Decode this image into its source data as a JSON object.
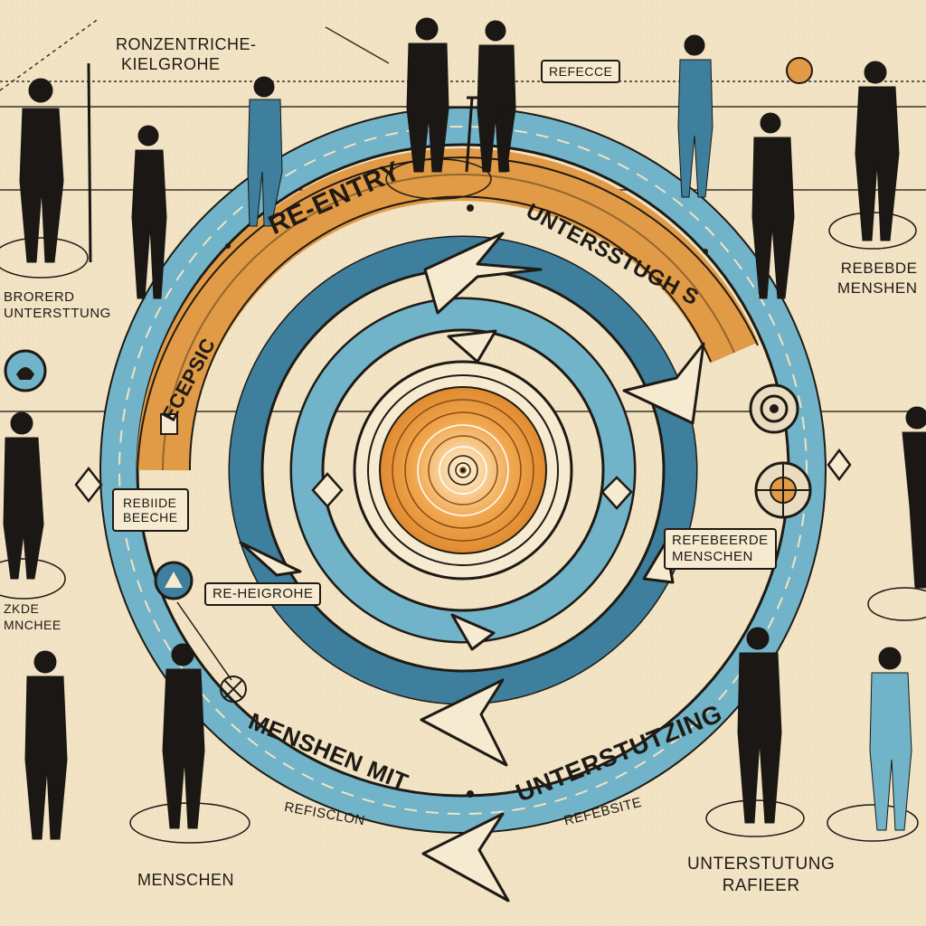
{
  "title": {
    "line1": "RONZENTRICHE-",
    "line2": "KIELGROHE"
  },
  "band_labels": {
    "re_entry": "RE-ENTRY",
    "unters": "UNTERSSTUGH S",
    "left_band": "ECEPSIC"
  },
  "boxes": {
    "refecce": "REFECCE",
    "rebiide": {
      "line1": "REBIIDE",
      "line2": "BEECHE"
    },
    "reheigrohe": "RE-HEIGROHE",
    "refebeerde": {
      "line1": "REFEBEERDE",
      "line2": "MENSCHEN"
    }
  },
  "labels": {
    "brorerd": {
      "line1": "BRORERD",
      "line2": "UNTERSTTUNG"
    },
    "rebebde": {
      "line1": "REBEBDE",
      "line2": "MENSHEN"
    },
    "zkde": {
      "line1": "ZKDE",
      "line2": "MNCHEE"
    },
    "menshen_mit": "MENSHEN MIT",
    "unterstutzing": "UNTERSTUTZING",
    "refisclon": "REFISCLON",
    "refebsite": "REFEBSITE",
    "menschen": "MENSCHEN",
    "unterstutung": "UNTERSTUTUNG",
    "rafieer": "RAFIEER"
  },
  "icons": [
    "phone-icon",
    "target-icon",
    "crosshair-icon",
    "compass-icon",
    "signpost-icon",
    "coin-icon",
    "cross-icon"
  ],
  "colors": {
    "background": "#f1e3c4",
    "blue_dark": "#3d7f9d",
    "blue_light": "#71b3c8",
    "orange": "#e19a45",
    "ink": "#1f1a14"
  }
}
